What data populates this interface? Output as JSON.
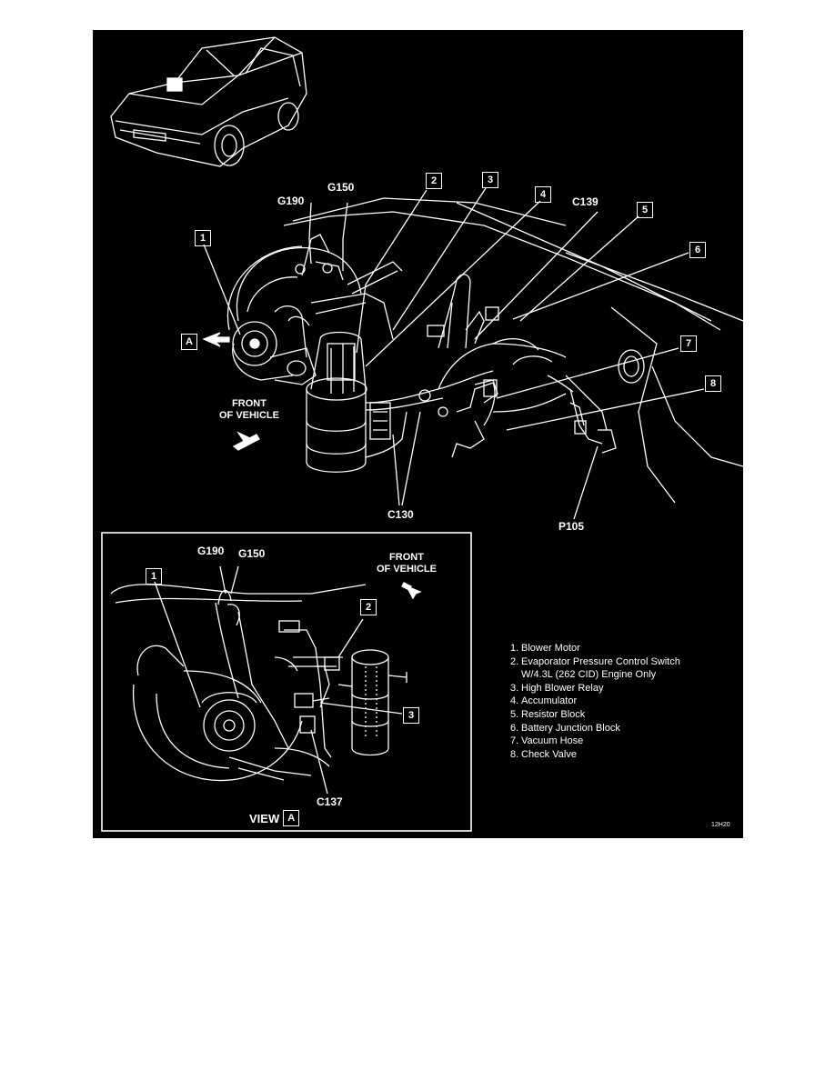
{
  "labels": {
    "g190_top": "G190",
    "g150_top": "G150",
    "c139": "C139",
    "c130": "C130",
    "p105": "P105",
    "front_top": [
      "FRONT",
      "OF VEHICLE"
    ],
    "g190_inset": "G190",
    "g150_inset": "G150",
    "front_inset": [
      "FRONT",
      "OF VEHICLE"
    ],
    "c137": "C137",
    "view": "VIEW"
  },
  "callouts": {
    "c1": "1",
    "c2": "2",
    "c3": "3",
    "c4": "4",
    "c5": "5",
    "c6": "6",
    "c7": "7",
    "c8": "8",
    "a_main": "A",
    "i1": "1",
    "i2": "2",
    "i3": "3",
    "a_view": "A"
  },
  "legend": {
    "items": [
      {
        "n": "1.",
        "text": "Blower Motor"
      },
      {
        "n": "2.",
        "text": "Evaporator Pressure Control Switch",
        "cont": "W/4.3L (262 CID) Engine Only"
      },
      {
        "n": "3.",
        "text": "High Blower Relay"
      },
      {
        "n": "4.",
        "text": "Accumulator"
      },
      {
        "n": "5.",
        "text": "Resistor Block"
      },
      {
        "n": "6.",
        "text": "Battery Junction Block"
      },
      {
        "n": "7.",
        "text": "Vacuum Hose"
      },
      {
        "n": "8.",
        "text": "Check Valve"
      }
    ]
  },
  "figure_code": "12H20",
  "colors": {
    "background": "#000000",
    "ink": "#ffffff",
    "page": "#ffffff"
  }
}
